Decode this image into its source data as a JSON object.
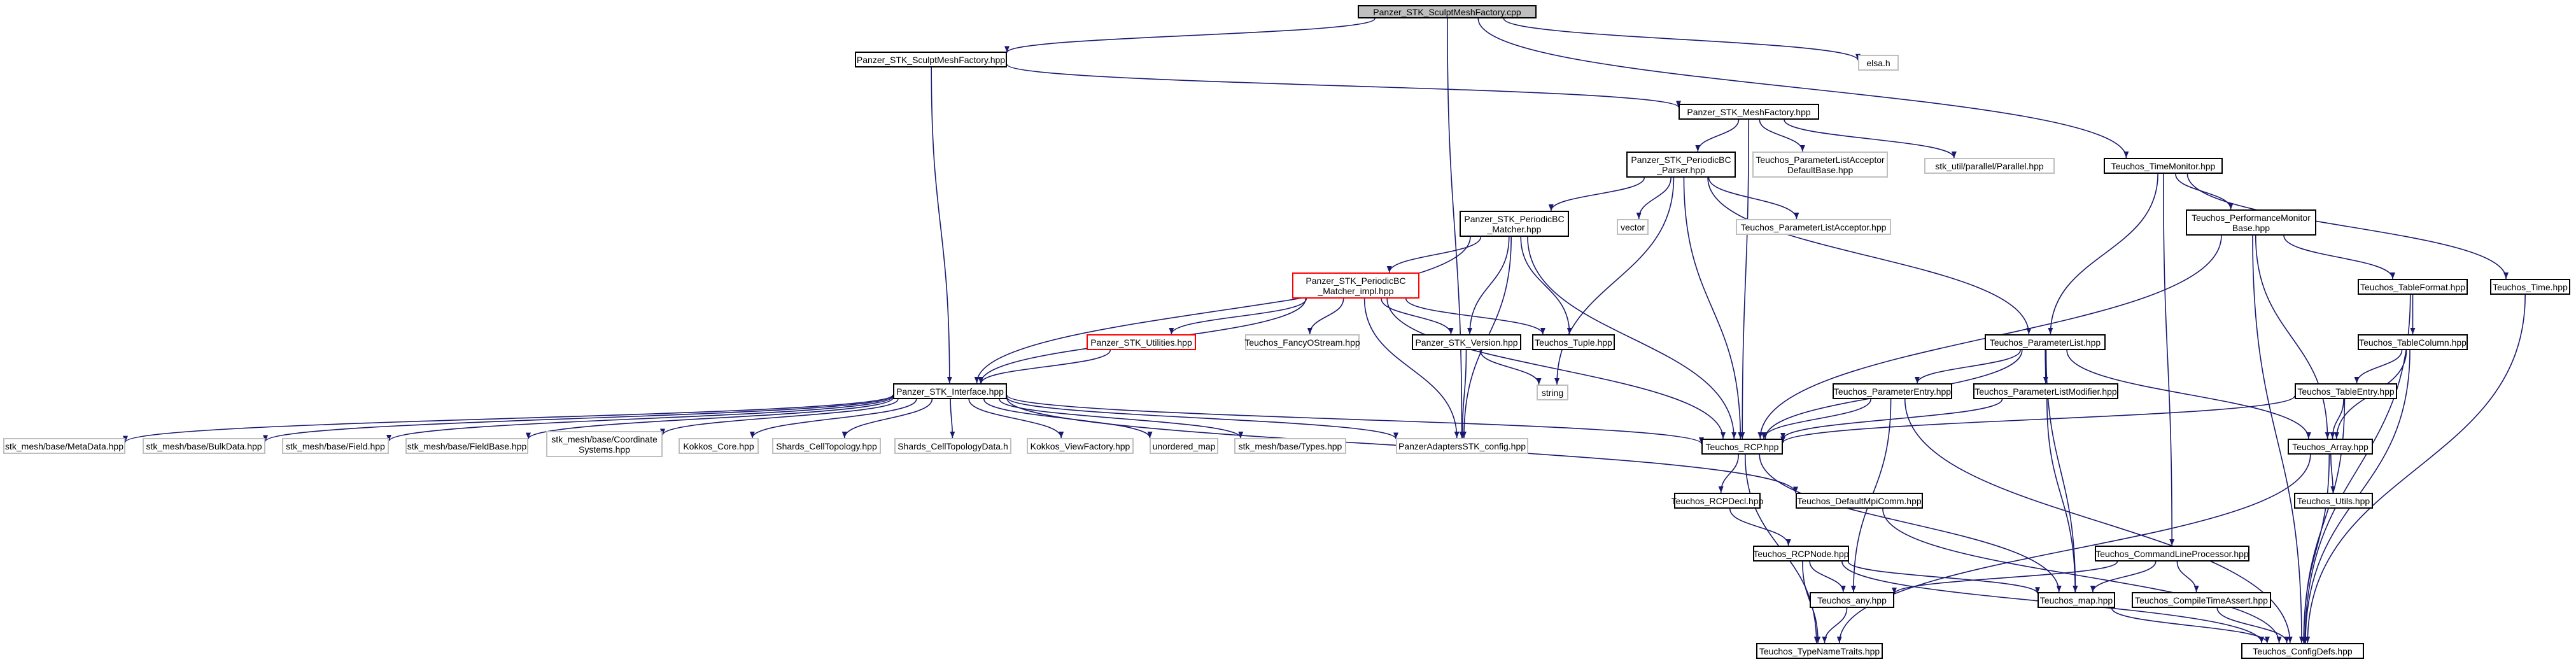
{
  "graph": {
    "colors": {
      "edge": "#191970",
      "root_fill": "#bfbfbf",
      "external_border": "#bfbfbf",
      "highlight_border": "#ff0000"
    },
    "nodes": [
      {
        "id": "root",
        "label": "Panzer_STK_SculptMeshFactory.cpp",
        "kind": "root"
      },
      {
        "id": "sculpt_hpp",
        "label": "Panzer_STK_SculptMeshFactory.hpp",
        "kind": "normal"
      },
      {
        "id": "elsa",
        "label": "elsa.h",
        "kind": "external"
      },
      {
        "id": "meshfactory",
        "label": "Panzer_STK_MeshFactory.hpp",
        "kind": "normal"
      },
      {
        "id": "timemonitor",
        "label": "Teuchos_TimeMonitor.hpp",
        "kind": "normal"
      },
      {
        "id": "pbc_parser",
        "label": "Panzer_STK_PeriodicBC\n_Parser.hpp",
        "kind": "normal"
      },
      {
        "id": "pla_default",
        "label": "Teuchos_ParameterListAcceptor\nDefaultBase.hpp",
        "kind": "external"
      },
      {
        "id": "stk_parallel",
        "label": "stk_util/parallel/Parallel.hpp",
        "kind": "external"
      },
      {
        "id": "perfmon",
        "label": "Teuchos_PerformanceMonitor\nBase.hpp",
        "kind": "normal"
      },
      {
        "id": "vector",
        "label": "vector",
        "kind": "external"
      },
      {
        "id": "pla",
        "label": "Teuchos_ParameterListAcceptor.hpp",
        "kind": "external"
      },
      {
        "id": "pbc_matcher",
        "label": "Panzer_STK_PeriodicBC\n_Matcher.hpp",
        "kind": "normal"
      },
      {
        "id": "tableformat",
        "label": "Teuchos_TableFormat.hpp",
        "kind": "normal"
      },
      {
        "id": "time",
        "label": "Teuchos_Time.hpp",
        "kind": "normal"
      },
      {
        "id": "pbc_impl",
        "label": "Panzer_STK_PeriodicBC\n_Matcher_impl.hpp",
        "kind": "highlight"
      },
      {
        "id": "utilities",
        "label": "Panzer_STK_Utilities.hpp",
        "kind": "highlight"
      },
      {
        "id": "fancyostream",
        "label": "Teuchos_FancyOStream.hpp",
        "kind": "external"
      },
      {
        "id": "version",
        "label": "Panzer_STK_Version.hpp",
        "kind": "normal"
      },
      {
        "id": "tuple",
        "label": "Teuchos_Tuple.hpp",
        "kind": "normal"
      },
      {
        "id": "paramlist",
        "label": "Teuchos_ParameterList.hpp",
        "kind": "normal"
      },
      {
        "id": "tablecolumn",
        "label": "Teuchos_TableColumn.hpp",
        "kind": "normal"
      },
      {
        "id": "interface",
        "label": "Panzer_STK_Interface.hpp",
        "kind": "normal"
      },
      {
        "id": "string",
        "label": "string",
        "kind": "external"
      },
      {
        "id": "paramentry",
        "label": "Teuchos_ParameterEntry.hpp",
        "kind": "normal"
      },
      {
        "id": "plmodifier",
        "label": "Teuchos_ParameterListModifier.hpp",
        "kind": "normal"
      },
      {
        "id": "tableentry",
        "label": "Teuchos_TableEntry.hpp",
        "kind": "normal"
      },
      {
        "id": "metadata",
        "label": "stk_mesh/base/MetaData.hpp",
        "kind": "external"
      },
      {
        "id": "bulkdata",
        "label": "stk_mesh/base/BulkData.hpp",
        "kind": "external"
      },
      {
        "id": "field",
        "label": "stk_mesh/base/Field.hpp",
        "kind": "external"
      },
      {
        "id": "fieldbase",
        "label": "stk_mesh/base/FieldBase.hpp",
        "kind": "external"
      },
      {
        "id": "coordsys",
        "label": "stk_mesh/base/Coordinate\nSystems.hpp",
        "kind": "external"
      },
      {
        "id": "kokkos_core",
        "label": "Kokkos_Core.hpp",
        "kind": "external"
      },
      {
        "id": "shards_topo",
        "label": "Shards_CellTopology.hpp",
        "kind": "external"
      },
      {
        "id": "shards_topodata",
        "label": "Shards_CellTopologyData.h",
        "kind": "external"
      },
      {
        "id": "kokkos_view",
        "label": "Kokkos_ViewFactory.hpp",
        "kind": "external"
      },
      {
        "id": "unordered_map",
        "label": "unordered_map",
        "kind": "external"
      },
      {
        "id": "types",
        "label": "stk_mesh/base/Types.hpp",
        "kind": "external"
      },
      {
        "id": "config",
        "label": "PanzerAdaptersSTK_config.hpp",
        "kind": "external"
      },
      {
        "id": "rcp",
        "label": "Teuchos_RCP.hpp",
        "kind": "normal"
      },
      {
        "id": "array",
        "label": "Teuchos_Array.hpp",
        "kind": "normal"
      },
      {
        "id": "rcpdecl",
        "label": "Teuchos_RCPDecl.hpp",
        "kind": "normal"
      },
      {
        "id": "defaultmpicomm",
        "label": "Teuchos_DefaultMpiComm.hpp",
        "kind": "normal"
      },
      {
        "id": "utils",
        "label": "Teuchos_Utils.hpp",
        "kind": "normal"
      },
      {
        "id": "rcpnode",
        "label": "Teuchos_RCPNode.hpp",
        "kind": "normal"
      },
      {
        "id": "cmdline",
        "label": "Teuchos_CommandLineProcessor.hpp",
        "kind": "normal"
      },
      {
        "id": "any",
        "label": "Teuchos_any.hpp",
        "kind": "normal"
      },
      {
        "id": "map",
        "label": "Teuchos_map.hpp",
        "kind": "normal"
      },
      {
        "id": "compiletime",
        "label": "Teuchos_CompileTimeAssert.hpp",
        "kind": "normal"
      },
      {
        "id": "typenametraits",
        "label": "Teuchos_TypeNameTraits.hpp",
        "kind": "normal"
      },
      {
        "id": "configdefs",
        "label": "Teuchos_ConfigDefs.hpp",
        "kind": "normal"
      }
    ],
    "edges": [
      [
        "root",
        "sculpt_hpp"
      ],
      [
        "root",
        "elsa"
      ],
      [
        "root",
        "timemonitor"
      ],
      [
        "root",
        "config"
      ],
      [
        "sculpt_hpp",
        "meshfactory"
      ],
      [
        "sculpt_hpp",
        "interface"
      ],
      [
        "meshfactory",
        "pbc_parser"
      ],
      [
        "meshfactory",
        "pla_default"
      ],
      [
        "meshfactory",
        "stk_parallel"
      ],
      [
        "meshfactory",
        "rcp"
      ],
      [
        "timemonitor",
        "perfmon"
      ],
      [
        "timemonitor",
        "time"
      ],
      [
        "timemonitor",
        "paramlist"
      ],
      [
        "timemonitor",
        "cmdline"
      ],
      [
        "pbc_parser",
        "pbc_matcher"
      ],
      [
        "pbc_parser",
        "vector"
      ],
      [
        "pbc_parser",
        "pla"
      ],
      [
        "pbc_parser",
        "string"
      ],
      [
        "pbc_parser",
        "paramlist"
      ],
      [
        "pbc_parser",
        "rcp"
      ],
      [
        "perfmon",
        "tableformat"
      ],
      [
        "perfmon",
        "array"
      ],
      [
        "perfmon",
        "rcp"
      ],
      [
        "perfmon",
        "configdefs"
      ],
      [
        "pbc_matcher",
        "pbc_impl"
      ],
      [
        "pbc_matcher",
        "interface"
      ],
      [
        "pbc_matcher",
        "version"
      ],
      [
        "pbc_matcher",
        "tuple"
      ],
      [
        "pbc_matcher",
        "rcp"
      ],
      [
        "pbc_matcher",
        "config"
      ],
      [
        "tableformat",
        "tablecolumn"
      ],
      [
        "tableformat",
        "configdefs"
      ],
      [
        "time",
        "configdefs"
      ],
      [
        "pbc_impl",
        "utilities"
      ],
      [
        "pbc_impl",
        "fancyostream"
      ],
      [
        "pbc_impl",
        "version"
      ],
      [
        "pbc_impl",
        "tuple"
      ],
      [
        "pbc_impl",
        "interface"
      ],
      [
        "pbc_impl",
        "rcp"
      ],
      [
        "pbc_impl",
        "config"
      ],
      [
        "utilities",
        "interface"
      ],
      [
        "version",
        "string"
      ],
      [
        "version",
        "config"
      ],
      [
        "paramlist",
        "paramentry"
      ],
      [
        "paramlist",
        "plmodifier"
      ],
      [
        "paramlist",
        "rcp"
      ],
      [
        "paramlist",
        "array"
      ],
      [
        "paramlist",
        "map"
      ],
      [
        "tablecolumn",
        "tableentry"
      ],
      [
        "tablecolumn",
        "array"
      ],
      [
        "tablecolumn",
        "configdefs"
      ],
      [
        "interface",
        "metadata"
      ],
      [
        "interface",
        "bulkdata"
      ],
      [
        "interface",
        "field"
      ],
      [
        "interface",
        "fieldbase"
      ],
      [
        "interface",
        "coordsys"
      ],
      [
        "interface",
        "kokkos_core"
      ],
      [
        "interface",
        "shards_topo"
      ],
      [
        "interface",
        "shards_topodata"
      ],
      [
        "interface",
        "kokkos_view"
      ],
      [
        "interface",
        "unordered_map"
      ],
      [
        "interface",
        "types"
      ],
      [
        "interface",
        "config"
      ],
      [
        "interface",
        "rcp"
      ],
      [
        "interface",
        "defaultmpicomm"
      ],
      [
        "paramentry",
        "rcp"
      ],
      [
        "paramentry",
        "any"
      ],
      [
        "paramentry",
        "configdefs"
      ],
      [
        "plmodifier",
        "rcp"
      ],
      [
        "plmodifier",
        "map"
      ],
      [
        "tableentry",
        "rcp"
      ],
      [
        "tableentry",
        "array"
      ],
      [
        "tableentry",
        "configdefs"
      ],
      [
        "rcp",
        "rcpdecl"
      ],
      [
        "rcp",
        "typenametraits"
      ],
      [
        "rcp",
        "map"
      ],
      [
        "array",
        "utils"
      ],
      [
        "array",
        "configdefs"
      ],
      [
        "array",
        "typenametraits"
      ],
      [
        "rcpdecl",
        "rcpnode"
      ],
      [
        "defaultmpicomm",
        "configdefs"
      ],
      [
        "rcpnode",
        "any"
      ],
      [
        "rcpnode",
        "map"
      ],
      [
        "rcpnode",
        "typenametraits"
      ],
      [
        "rcpnode",
        "configdefs"
      ],
      [
        "cmdline",
        "any"
      ],
      [
        "cmdline",
        "map"
      ],
      [
        "cmdline",
        "compiletime"
      ],
      [
        "any",
        "typenametraits"
      ],
      [
        "map",
        "configdefs"
      ],
      [
        "compiletime",
        "configdefs"
      ]
    ]
  }
}
